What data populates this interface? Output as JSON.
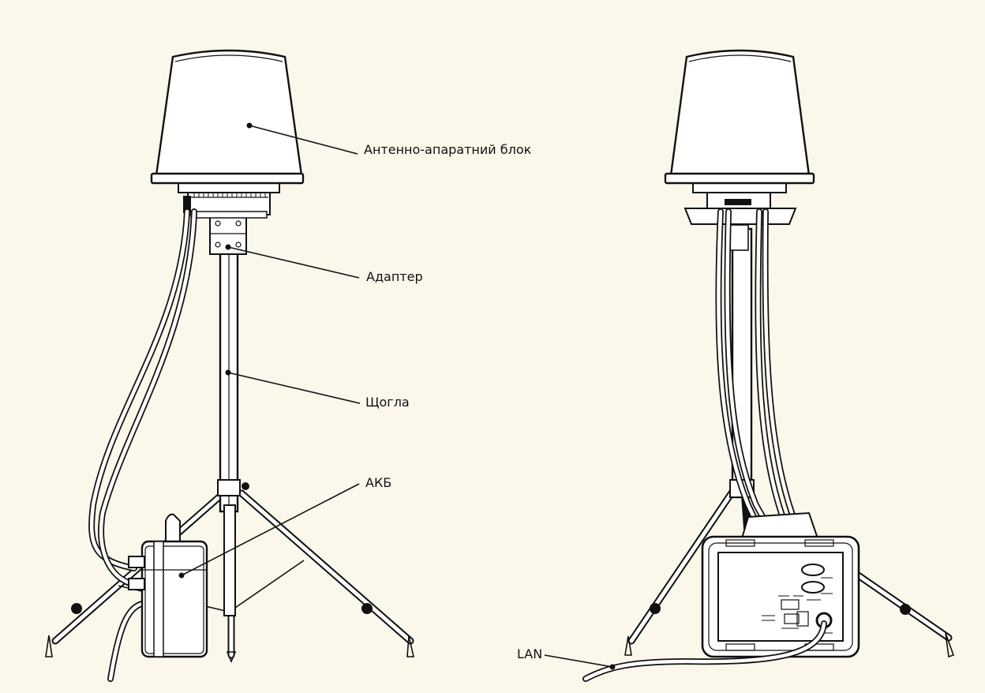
{
  "labels": {
    "antenna_unit": "Антенно-апаратний блок",
    "adapter": "Адаптер",
    "mast": "Щогла",
    "battery": "АКБ",
    "lan": "LAN"
  },
  "colors": {
    "background": "#fbf7ea",
    "line": "#111111",
    "fill": "#ffffff"
  }
}
